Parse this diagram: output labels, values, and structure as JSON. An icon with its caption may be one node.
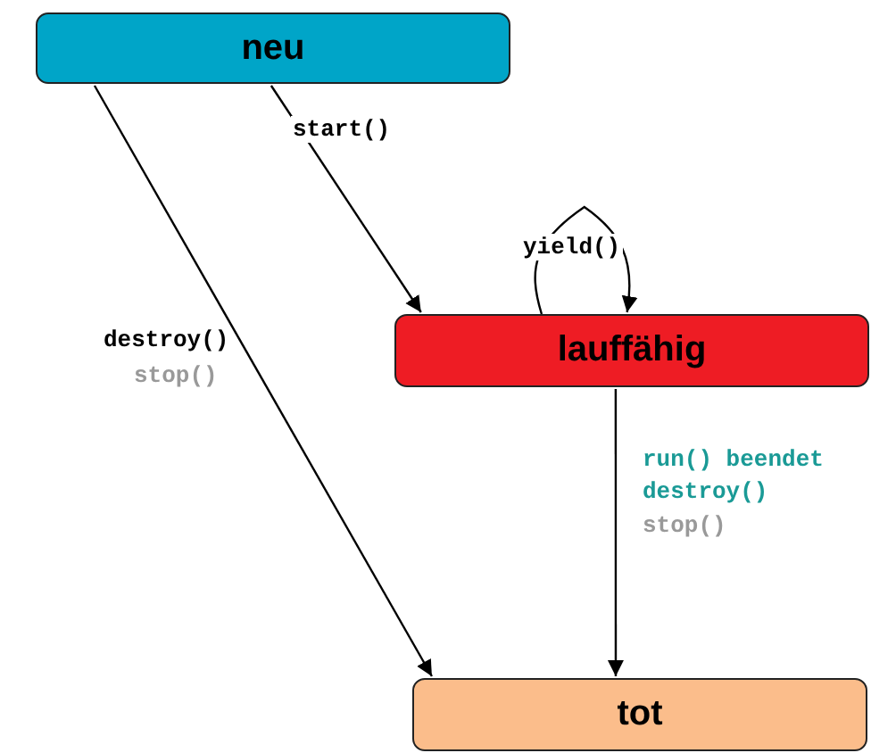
{
  "diagram": {
    "nodes": [
      {
        "text": [
          "neu"
        ]
      },
      {
        "text": [
          "lauffähig"
        ]
      },
      {
        "text": [
          "tot"
        ]
      }
    ],
    "edges": [
      {
        "from": 0,
        "to": 1,
        "arrow": "to",
        "label": "start()"
      },
      {
        "from": 1,
        "to": 1,
        "arrow": "to",
        "label": "yield()"
      },
      {
        "from": 0,
        "to": 2,
        "arrow": "to",
        "label": "destroy()"
      },
      {
        "from": 1,
        "to": 2,
        "arrow": "to",
        "label": "run() beendet"
      }
    ],
    "labels": [
      "stop()",
      "destroy()",
      "stop()"
    ]
  }
}
